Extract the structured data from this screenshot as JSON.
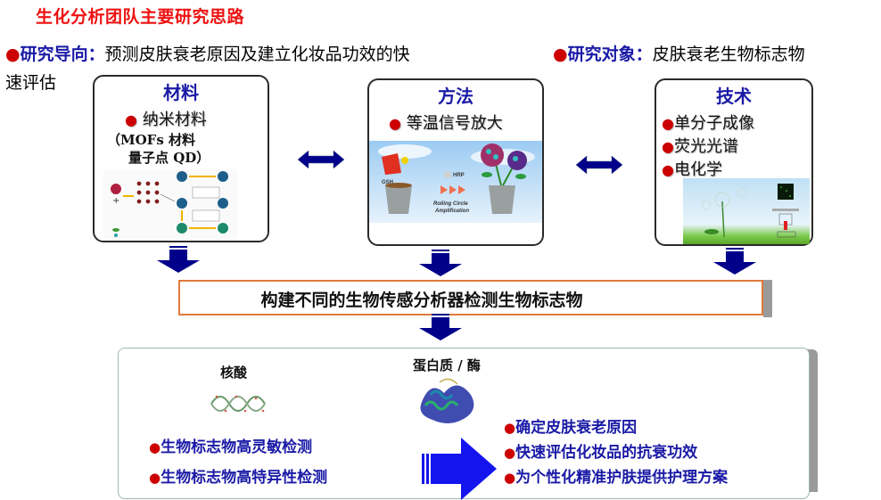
{
  "title": "生化分析团队主要研究思路",
  "research_direction": {
    "label": "研究导向：",
    "text_line1": "预测皮肤衰老原因及建立化妆品功效的快",
    "text_line2": "速评估"
  },
  "research_object": {
    "label": "研究对象：",
    "text": "皮肤衰老生物标志物"
  },
  "bullet_glyph": "●",
  "boxes": {
    "materials": {
      "title": "材料",
      "bullet": "纳米材料",
      "sub_line1": "（MOFs 材料",
      "sub_line2": "量子点 QD）"
    },
    "method": {
      "title": "方法",
      "bullet": "等温信号放大",
      "illus_labels": {
        "gsh": "GSH",
        "hrp": "HRP",
        "rca_line1": "Rolling Circle",
        "rca_line2": "Amplification"
      }
    },
    "technology": {
      "title": "技术",
      "bullets": [
        "单分子成像",
        "荧光光谱",
        "电化学"
      ]
    }
  },
  "arrows": {
    "double_arrow_icon": "double-arrow-icon",
    "down_arrow_icon": "down-arrow-icon"
  },
  "center_box": {
    "text": "构建不同的生物传感分析器检测生物标志物"
  },
  "bottom": {
    "nucleic_acid_label": "核酸",
    "protein_label": "蛋白质 / 酶",
    "left_items": [
      "生物标志物高灵敏检测",
      "生物标志物高特异性检测"
    ],
    "right_items": [
      "确定皮肤衰老原因",
      "快速评估化妆品的抗衰功效",
      "为个性化精准护肤提供护理方案"
    ]
  },
  "colors": {
    "title_red": "#ee1111",
    "label_blue": "#1a1aa6",
    "arrow_navy": "#00008b",
    "big_arrow_blue": "#1414ee",
    "bullet_red": "#cc0000",
    "center_border_orange": "#e07a3e"
  }
}
